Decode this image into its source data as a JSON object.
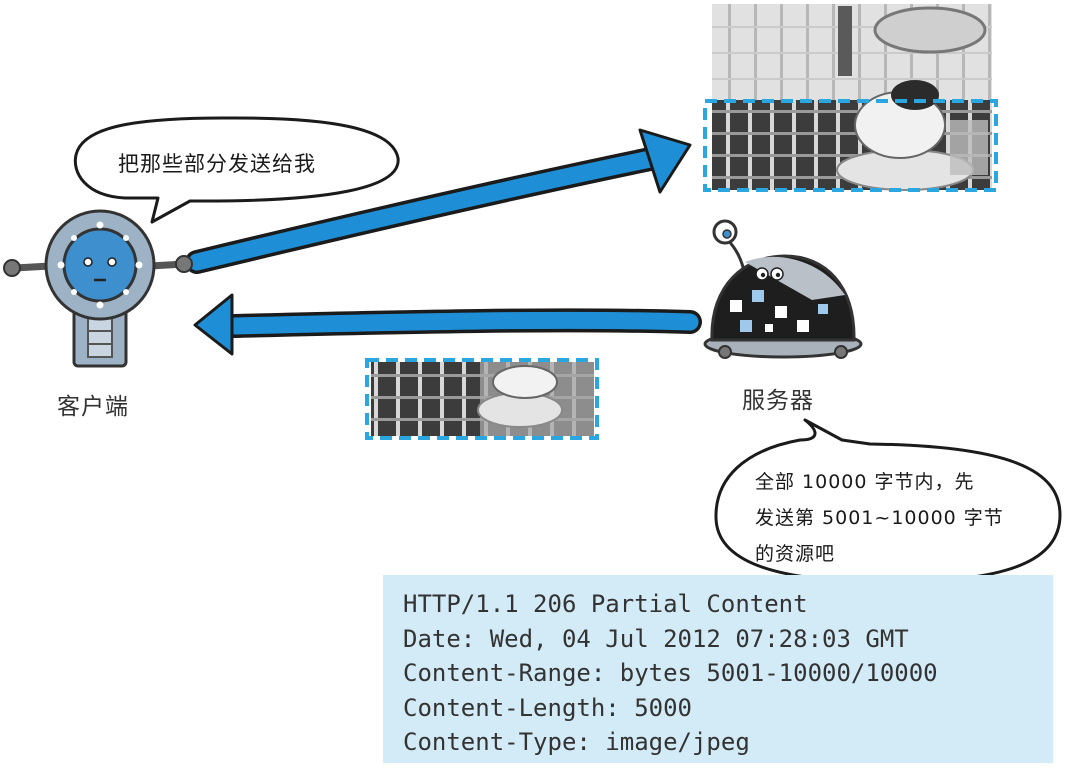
{
  "client": {
    "label": "客户端",
    "speech": "把那些部分发送给我"
  },
  "server": {
    "label": "服务器",
    "speech_lines": [
      "全部 10000 字节内，先",
      "发送第 5001~10000 字节",
      "的资源吧"
    ]
  },
  "response": {
    "lines": [
      "HTTP/1.1 206 Partial Content",
      "Date: Wed, 04 Jul 2012 07:28:03 GMT",
      "Content-Range: bytes 5001-10000/10000",
      "Content-Length: 5000",
      "Content-Type: image/jpeg"
    ]
  },
  "colors": {
    "arrow": "#1e8fd6",
    "dash": "#2aa6e0",
    "response_bg": "#d3ebf7",
    "robot_blue": "#3d8fce"
  },
  "icons": {
    "client": "robot-client-icon",
    "server": "robot-server-icon"
  }
}
